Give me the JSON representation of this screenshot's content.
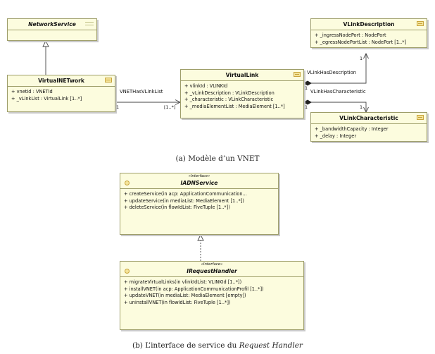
{
  "diagram_a": {
    "network_service": {
      "name": "NetworkService"
    },
    "virtual_network": {
      "name": "VirtualNETwork",
      "attributes": [
        "+ vnetId : VNETId",
        "+ _vLinkList : VirtualLink [1..*]"
      ]
    },
    "virtual_link": {
      "name": "VirtualLink",
      "attributes": [
        "+ vlinkId : VLINKId",
        "+ _vLinkDescription : VLinkDescription",
        "+ _characteristic : VLinkCharacteristic",
        "+ _mediaElementList : MediaElement [1..*]"
      ]
    },
    "vlink_description": {
      "name": "VLinkDescription",
      "attributes": [
        "+ _ingressNodePort : NodePort",
        "+ _egressNodePortList : NodePort [1..*]"
      ]
    },
    "vlink_characteristic": {
      "name": "VLinkCharacteristic",
      "attributes": [
        "+ _bandwidthCapacity : Integer",
        "+ _delay : Integer"
      ]
    },
    "associations": {
      "has_vlink_list": {
        "label": "VNETHasVLinkList",
        "source_mult": "1",
        "target_mult": "[1..*]"
      },
      "has_description": {
        "label": "VLinkHasDescription",
        "source_mult": "1",
        "target_mult": "1"
      },
      "has_characteristic": {
        "label": "VLinkHasCharacteristic",
        "source_mult": "1",
        "target_mult": "1"
      }
    },
    "caption": "(a) Modèle d’un VNET"
  },
  "diagram_b": {
    "iadn_service": {
      "stereotype": "«Interface»",
      "name": "IADNService",
      "operations": [
        "+ createService(in acp: ApplicationCommunication...",
        "+ updateService(in mediaList: MediaElement [1..*])",
        "+ deleteService(in flowIdList: FiveTuple [1..*])"
      ]
    },
    "irequest_handler": {
      "stereotype": "«Interface»",
      "name": "IRequestHandler",
      "operations": [
        "+ migrateVirtualLinks(in vlinkIdList: VLINKId [1..*])",
        "+ installVNET(in acp: ApplicationCommunicationProfil [1..*])",
        "+ updateVNET(in mediaList: MediaElement [empty])",
        "+ uninstallVNET(in flowIdList: FiveTuple [1..*])"
      ]
    },
    "caption_prefix": "(b) L’interface de service du",
    "caption_emph": "Request Handler"
  }
}
